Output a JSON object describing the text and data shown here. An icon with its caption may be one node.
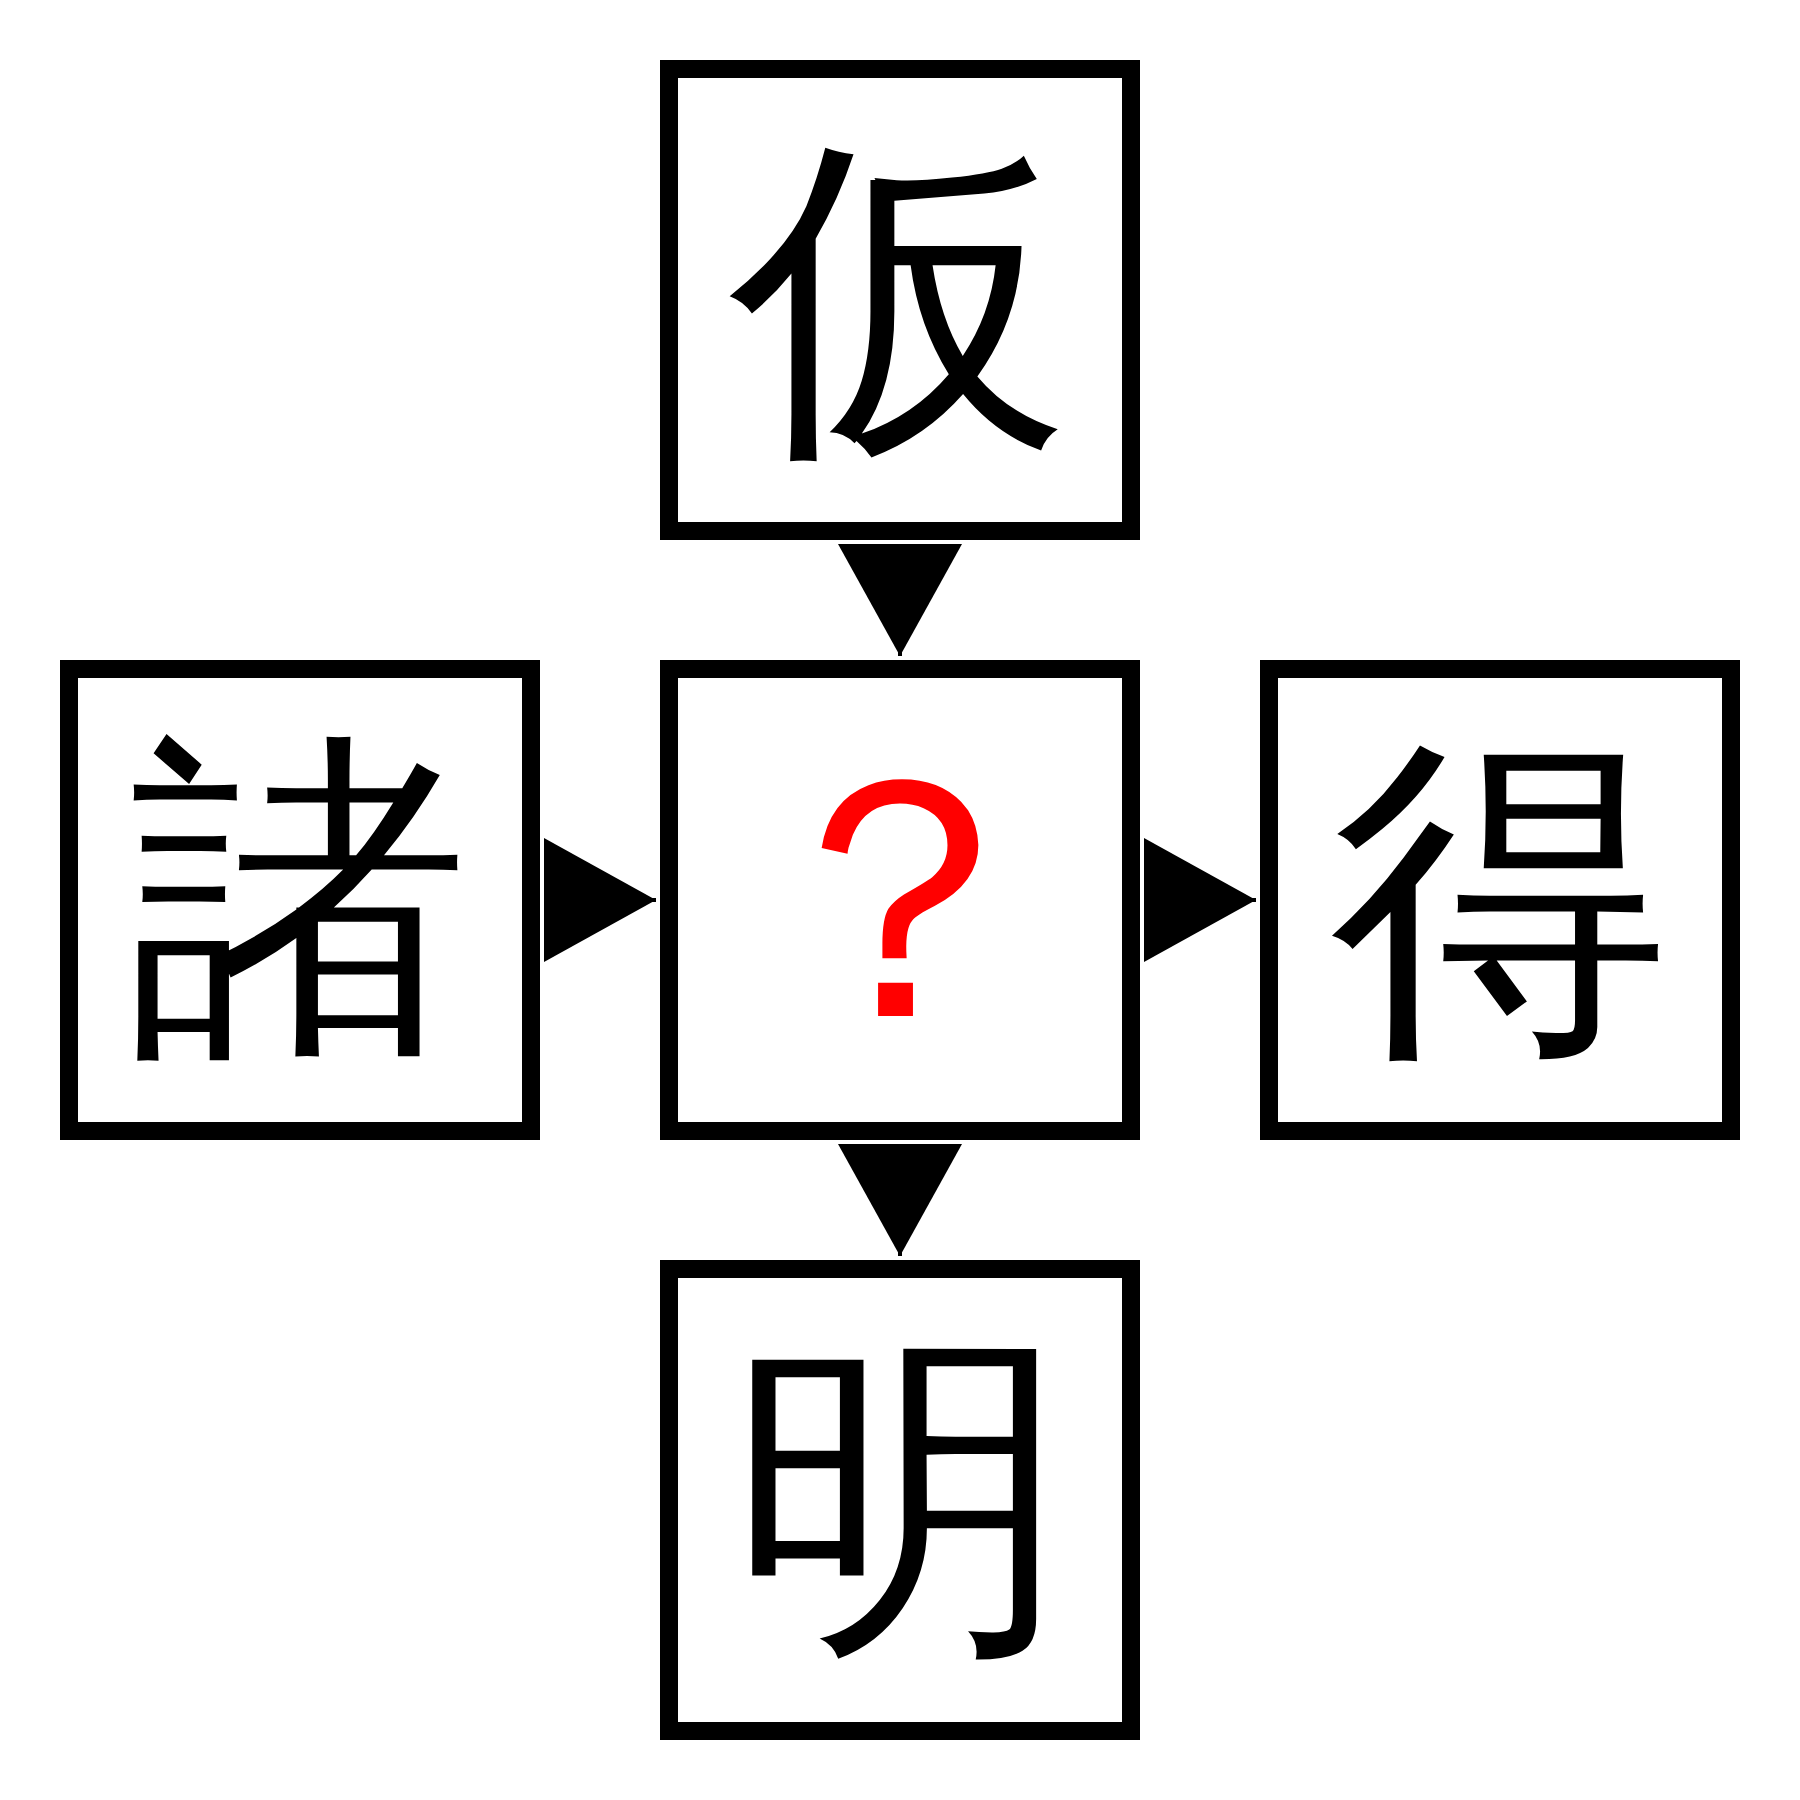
{
  "diagram": {
    "nodes": [
      {
        "text": [
          "仮"
        ]
      },
      {
        "text": [
          "諸"
        ]
      },
      {
        "text": [
          "？"
        ]
      },
      {
        "text": [
          "得"
        ]
      },
      {
        "text": [
          "明"
        ]
      }
    ],
    "edges": [
      {
        "from": 0,
        "to": 2,
        "arrow": "to"
      },
      {
        "from": 1,
        "to": 2,
        "arrow": "to"
      },
      {
        "from": 2,
        "to": 3,
        "arrow": "to"
      },
      {
        "from": 2,
        "to": 4,
        "arrow": "to"
      }
    ]
  }
}
